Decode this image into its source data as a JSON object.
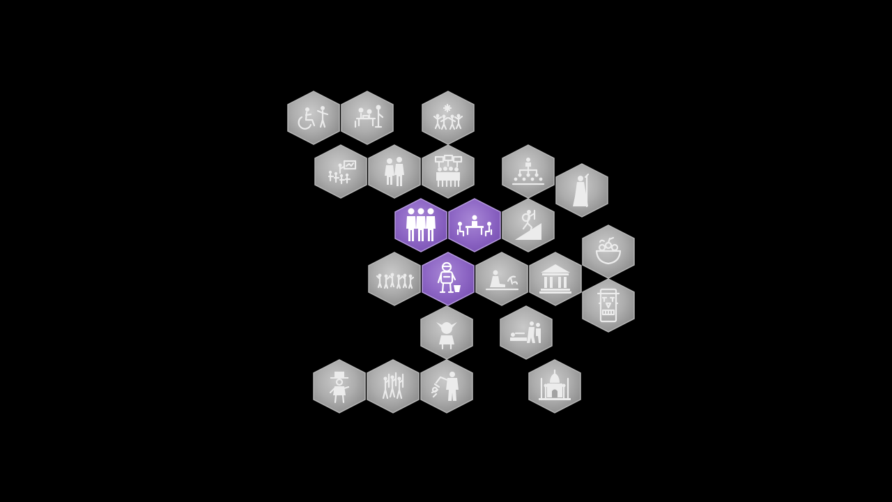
{
  "colors": {
    "background": "#000000",
    "tile_default_light": "#c9c9c9",
    "tile_default_dark": "#8c8c8c",
    "tile_selected_light": "#a887d6",
    "tile_selected_dark": "#7a52b4",
    "tile_border": "#b8b8b8",
    "icon": "#ececec"
  },
  "tiles": [
    {
      "id": "accessibility",
      "icon": "accessibility-icon",
      "selected": false
    },
    {
      "id": "family-dinner",
      "icon": "family-table-icon",
      "selected": false
    },
    {
      "id": "celebration",
      "icon": "dancers-celebration-icon",
      "selected": false
    },
    {
      "id": "lecture",
      "icon": "classroom-lecture-icon",
      "selected": false
    },
    {
      "id": "couple",
      "icon": "couple-embrace-icon",
      "selected": false
    },
    {
      "id": "protest",
      "icon": "protest-crowd-icon",
      "selected": false
    },
    {
      "id": "hierarchy",
      "icon": "org-hierarchy-icon",
      "selected": false
    },
    {
      "id": "robed-figure",
      "icon": "robed-elder-icon",
      "selected": false
    },
    {
      "id": "business-team",
      "icon": "business-team-icon",
      "selected": true
    },
    {
      "id": "meeting",
      "icon": "meeting-table-icon",
      "selected": true
    },
    {
      "id": "climber",
      "icon": "mountain-climber-icon",
      "selected": false
    },
    {
      "id": "fruit-bowl",
      "icon": "fruit-bowl-icon",
      "selected": false
    },
    {
      "id": "parade",
      "icon": "parade-crowd-icon",
      "selected": false
    },
    {
      "id": "astronaut",
      "icon": "astronaut-icon",
      "selected": true
    },
    {
      "id": "gardener",
      "icon": "kneeling-gardener-icon",
      "selected": false
    },
    {
      "id": "museum",
      "icon": "classical-building-icon",
      "selected": false
    },
    {
      "id": "tiki",
      "icon": "tiki-totem-icon",
      "selected": false
    },
    {
      "id": "alien-sage",
      "icon": "alien-sage-icon",
      "selected": false
    },
    {
      "id": "medic",
      "icon": "medic-patient-icon",
      "selected": false
    },
    {
      "id": "cowboy",
      "icon": "cowboy-icon",
      "selected": false
    },
    {
      "id": "soldiers",
      "icon": "marching-soldiers-icon",
      "selected": false
    },
    {
      "id": "giant",
      "icon": "giant-robot-icon",
      "selected": false
    },
    {
      "id": "taj-mahal",
      "icon": "taj-mahal-icon",
      "selected": false
    }
  ]
}
